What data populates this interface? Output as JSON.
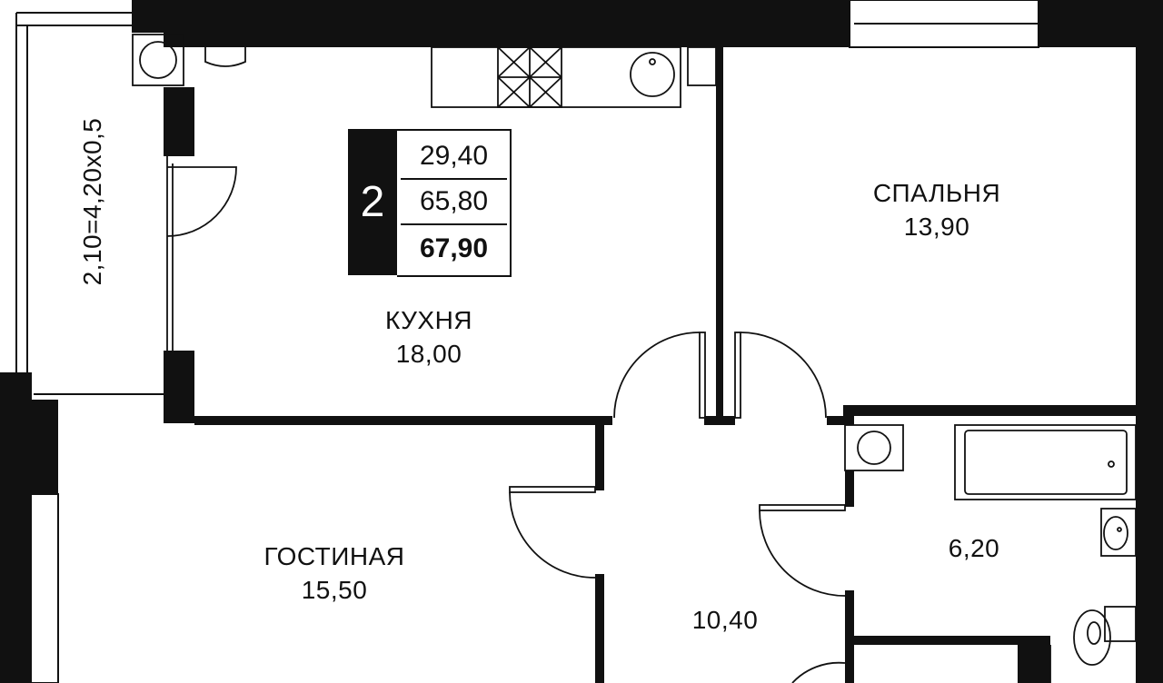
{
  "plan": {
    "summary": {
      "rooms": "2",
      "living_area": "29,40",
      "total_area": "65,80",
      "area_with_balcony": "67,90"
    },
    "balcony_label": "2,10=4,20x0,5",
    "rooms": [
      {
        "name": "КУХНЯ",
        "area": "18,00"
      },
      {
        "name": "СПАЛЬНЯ",
        "area": "13,90"
      },
      {
        "name": "ГОСТИНАЯ",
        "area": "15,50"
      },
      {
        "name": "",
        "area": "10,40"
      },
      {
        "name": "",
        "area": "6,20"
      }
    ]
  },
  "colors": {
    "wall": "#111111",
    "line": "#111111",
    "background": "#ffffff"
  }
}
